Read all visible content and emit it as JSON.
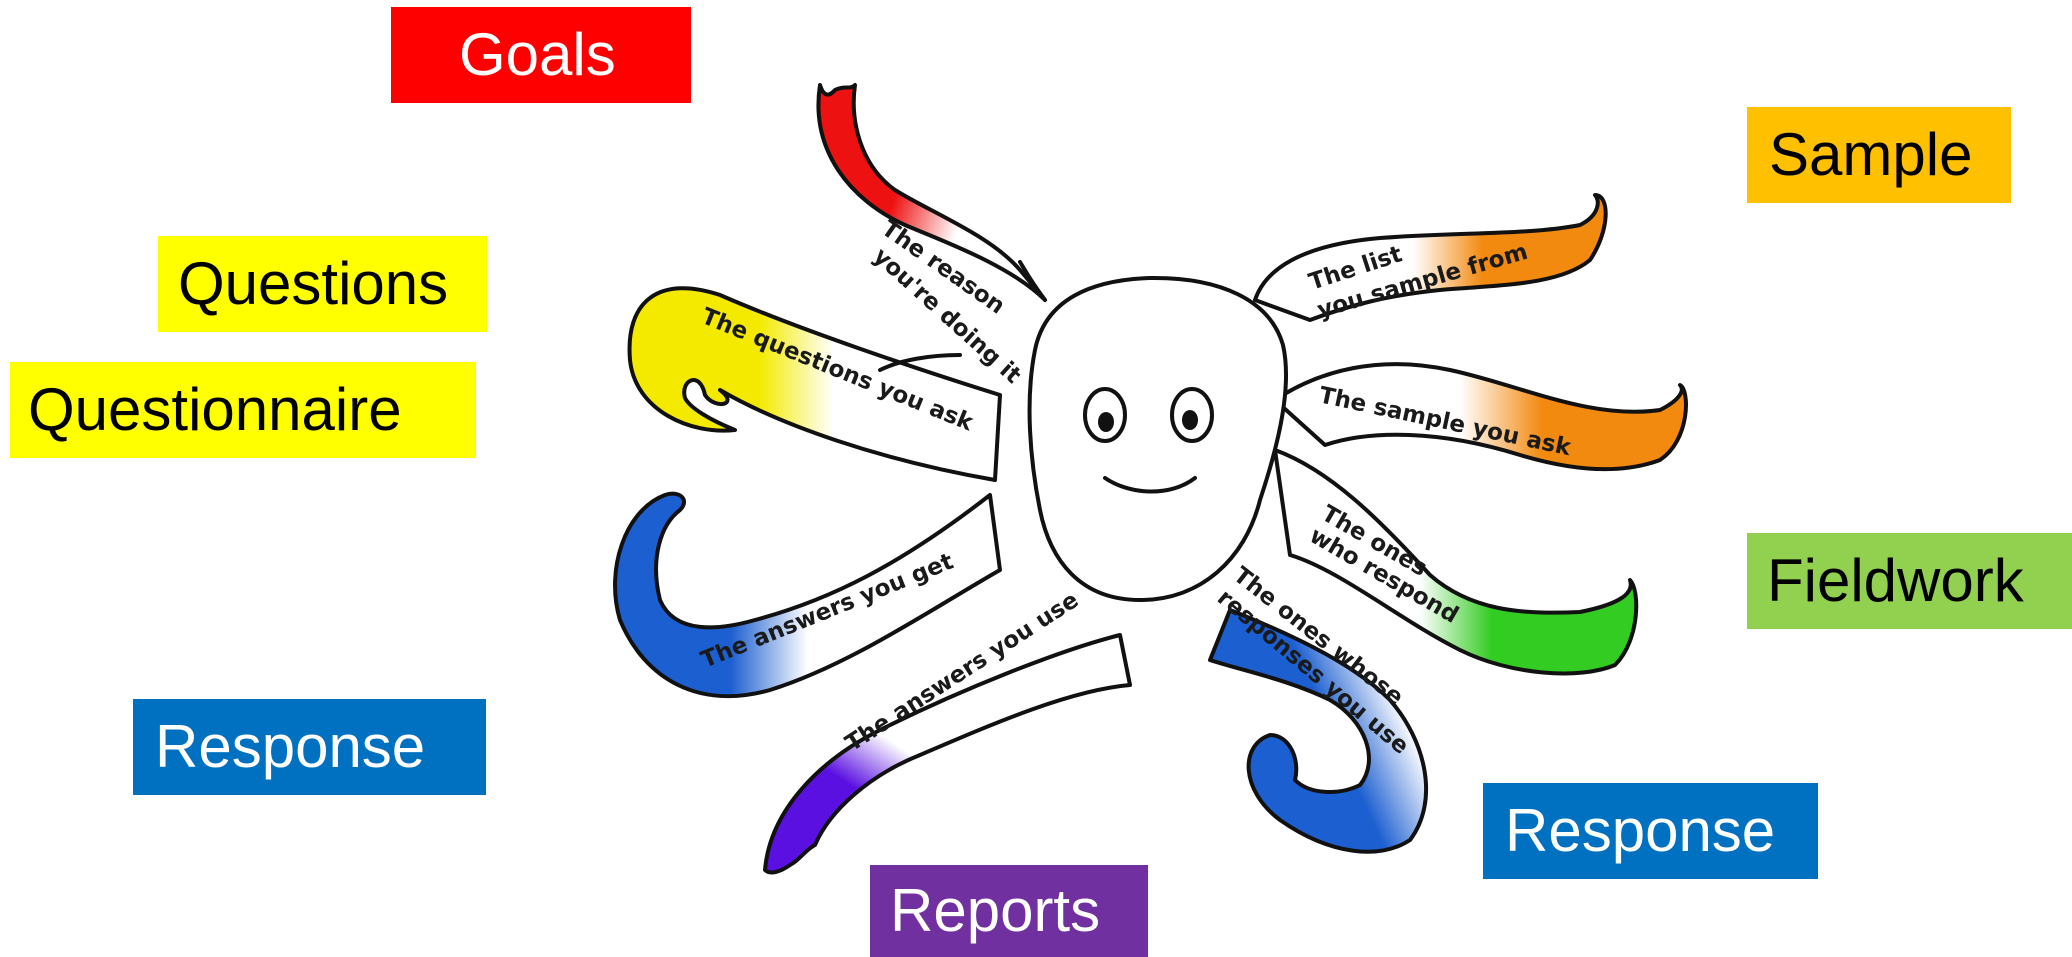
{
  "colors": {
    "goals": "#ff0000",
    "questions": "#ffff00",
    "sample": "#ffc000",
    "fieldwork": "#92d050",
    "response": "#0070c0",
    "reports": "#7030a0",
    "tip_red": "#ee1111",
    "tip_yellow": "#f4ea00",
    "tip_orange": "#f28a10",
    "tip_green": "#33cc22",
    "tip_blue": "#1c5fd0",
    "tip_purple": "#5a10e0"
  },
  "labels": {
    "goals": "Goals",
    "questions": "Questions",
    "questionnaire": "Questionnaire",
    "sample": "Sample",
    "fieldwork": "Fieldwork",
    "response_left": "Response",
    "response_right": "Response",
    "reports": "Reports"
  },
  "arms": {
    "reason_l1": "The reason",
    "reason_l2": "you're doing it",
    "questions": "The questions you ask",
    "answers_get": "The answers you get",
    "answers_use": "The answers you use",
    "list_l1": "The list",
    "list_l2": "you sample from",
    "sample_ask": "The sample you ask",
    "respond_l1": "The ones",
    "respond_l2": "who respond",
    "whose_l1": "The ones whose",
    "whose_l2": "responses you use"
  },
  "icons": {
    "octopus": "octopus-illustration"
  }
}
